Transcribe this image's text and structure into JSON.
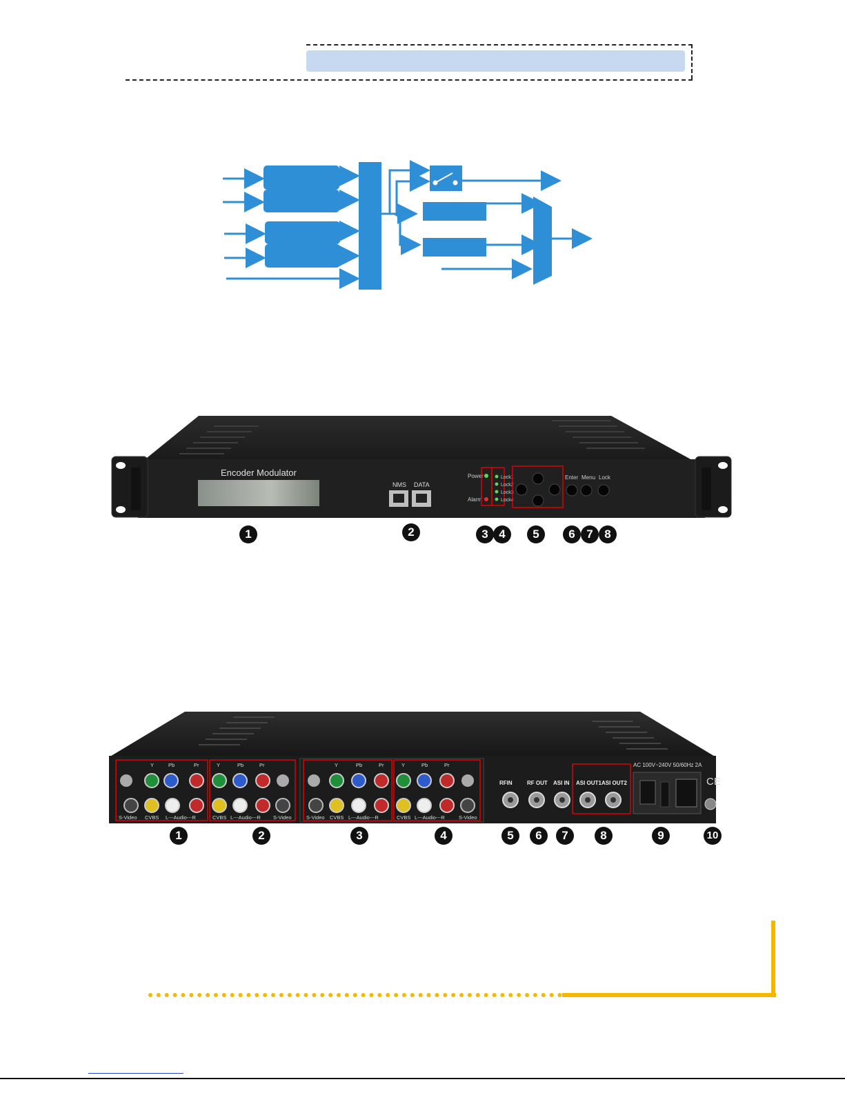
{
  "front_panel": {
    "device_title": "Encoder Modulator",
    "ports": [
      "NMS",
      "DATA"
    ],
    "indicators": [
      "Power",
      "Alarm"
    ],
    "locks": [
      "Lock1",
      "Lock2",
      "Lock3",
      "Lock4"
    ],
    "buttons": [
      "Enter",
      "Menu",
      "Lock"
    ],
    "callouts": [
      "1",
      "2",
      "3",
      "4",
      "5",
      "6",
      "7",
      "8"
    ]
  },
  "rear_panel": {
    "input_groups": [
      {
        "top": [
          "Y",
          "Pb",
          "Pr"
        ],
        "bottom": [
          "S-Video",
          "CVBS",
          "L---Audio---R"
        ]
      },
      {
        "top": [
          "Y",
          "Pb",
          "Pr"
        ],
        "bottom": [
          "CVBS",
          "L---Audio---R",
          "S-Video"
        ]
      },
      {
        "top": [
          "Y",
          "Pb",
          "Pr"
        ],
        "bottom": [
          "S-Video",
          "CVBS",
          "L---Audio---R"
        ]
      },
      {
        "top": [
          "Y",
          "Pb",
          "Pr"
        ],
        "bottom": [
          "CVBS",
          "L---Audio---R",
          "S-Video"
        ]
      }
    ],
    "connectors": [
      "RFIN",
      "RF OUT",
      "ASI IN",
      "ASI OUT1",
      "ASI OUT2"
    ],
    "power_label": "AC 100V~240V 50/60Hz 2A",
    "ce_mark": "CE",
    "callouts": [
      "1",
      "2",
      "3",
      "4",
      "5",
      "6",
      "7",
      "8",
      "9",
      "10"
    ]
  }
}
